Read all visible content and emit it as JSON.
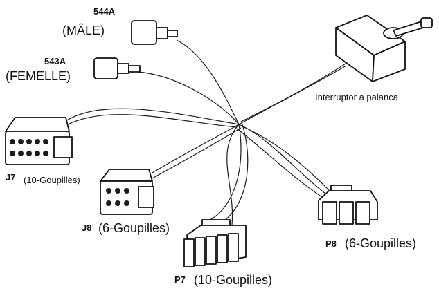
{
  "connectors": {
    "c544a": {
      "code": "544A",
      "name": "(MÂLE)"
    },
    "c543a": {
      "code": "543A",
      "name": "(FEMELLE)"
    },
    "j7": {
      "code": "J7",
      "name": "(10-Goupilles)"
    },
    "j8": {
      "code": "J8",
      "name": "(6-Goupilles)"
    },
    "p7": {
      "code": "P7",
      "name": "(10-Goupilles)"
    },
    "p8": {
      "code": "P8",
      "name": "(6-Goupilles)"
    }
  },
  "switch": {
    "name": "Interruptor a palanca"
  }
}
